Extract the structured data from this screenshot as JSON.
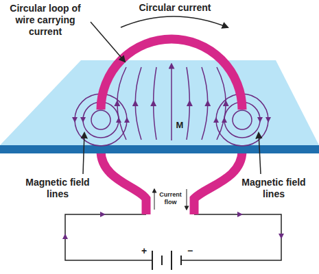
{
  "diagram": {
    "labels": [
      "Circular current",
      "Circular loop of wire carrying current",
      "M",
      "Magnetic field lines",
      "Magnetic field lines",
      "Current flow",
      "+",
      "−"
    ]
  }
}
